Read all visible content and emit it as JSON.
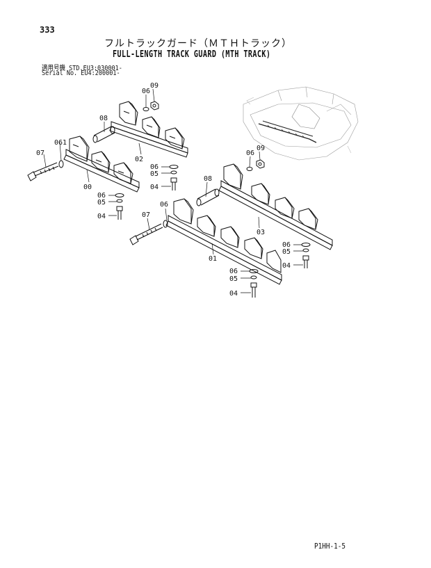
{
  "page": {
    "number": "333",
    "title_jp": "フルトラックガード（ＭＴＨトラック）",
    "title_en": "FULL-LENGTH TRACK GUARD (MTH TRACK)",
    "serial_line1": "適用号機  STD.EU3:030001-",
    "serial_line2": "Serial No.     EU4:200001-",
    "footer_code": "P1HH-1-5"
  },
  "callouts": {
    "left_09": "09",
    "left_06_top": "06",
    "left_08": "08",
    "left_02": "02",
    "left_061": "061",
    "left_07": "07",
    "left_00": "00",
    "left_06_mid": "06",
    "left_05_mid": "05",
    "left_04_mid": "04",
    "left_06_low": "06",
    "left_05_low": "05",
    "left_04_low": "04",
    "right_09": "09",
    "right_06_top": "06",
    "right_08": "08",
    "right_06_side": "06",
    "right_07": "07",
    "right_03": "03",
    "right_01": "01",
    "right_06_a": "06",
    "right_05_a": "05",
    "right_04_a": "04",
    "right_06_b": "06",
    "right_05_b": "05",
    "right_04_b": "04"
  }
}
